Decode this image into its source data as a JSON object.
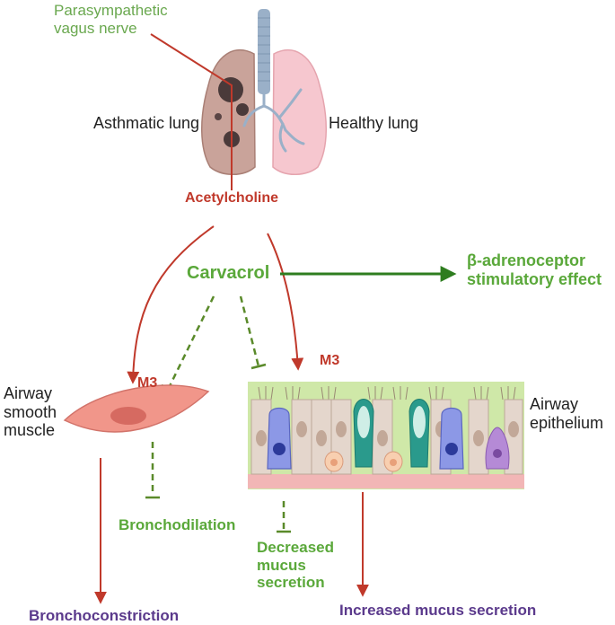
{
  "labels": {
    "vagus": "Parasympathetic vagus nerve",
    "vagus_line1": "Parasympathetic",
    "vagus_line2": "vagus nerve",
    "asthmatic": "Asthmatic lung",
    "healthy": "Healthy lung",
    "acetylcholine": "Acetylcholine",
    "carvacrol": "Carvacrol",
    "beta_line1": "β-adrenoceptor",
    "beta_line2": "stimulatory effect",
    "m3_left": "M3",
    "m3_right": "M3",
    "asm_line1": "Airway",
    "asm_line2": "smooth",
    "asm_line3": "muscle",
    "epi_line1": "Airway",
    "epi_line2": "epithelium",
    "bronchodilation": "Bronchodilation",
    "decreased_line1": "Decreased",
    "decreased_line2": "mucus",
    "decreased_line3": "secretion",
    "bronchoconstriction": "Bronchoconstriction",
    "increased": "Increased mucus secretion"
  },
  "colors": {
    "red_arrow": "#c0392b",
    "green_arrow": "#2e7d1f",
    "green_dashed": "#5a8a2a",
    "lung_asthmatic": "#c9a39a",
    "lung_healthy": "#f6c7cf",
    "trachea": "#9ab0c8",
    "muscle": "#f1968a",
    "epithelium_bg": "#cfe8a8",
    "epithelium_base": "#f2b6b6"
  },
  "icons": [
    "lungs-illustration",
    "smooth-muscle-cell",
    "epithelium-cells"
  ]
}
